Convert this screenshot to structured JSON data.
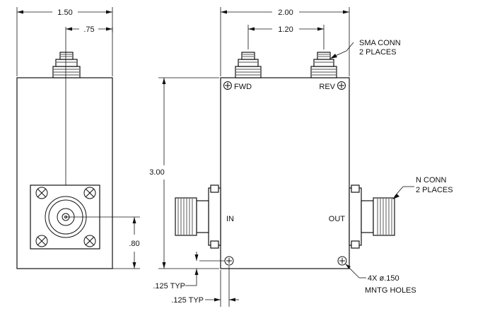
{
  "dimensions": {
    "side_width": "1.50",
    "side_offset": ".75",
    "side_height": ".80",
    "front_width": "2.00",
    "conn_spacing": "1.20",
    "front_height": "3.00",
    "hole_v_offset": ".125 TYP",
    "hole_h_offset": ".125 TYP"
  },
  "ports": {
    "fwd": "FWD",
    "rev": "REV",
    "in": "IN",
    "out": "OUT"
  },
  "notes": {
    "sma_line1": "SMA CONN",
    "sma_line2": "2 PLACES",
    "n_line1": "N CONN",
    "n_line2": "2 PLACES",
    "holes_line1": "4X ø.150",
    "holes_line2": "MNTG HOLES"
  },
  "colors": {
    "ink": "#111111",
    "paper": "#ffffff"
  }
}
